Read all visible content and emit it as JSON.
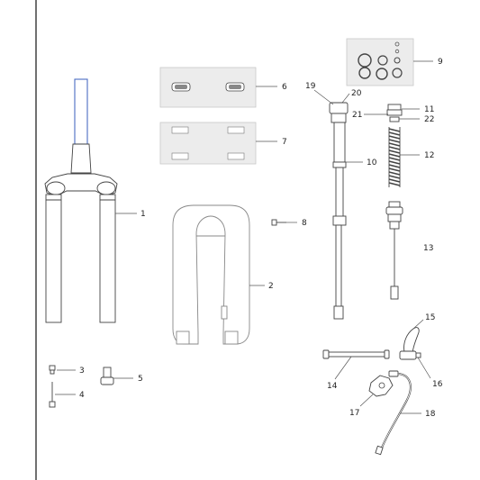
{
  "callouts": {
    "c1": "1",
    "c2": "2",
    "c3": "3",
    "c4": "4",
    "c5": "5",
    "c6": "6",
    "c7": "7",
    "c8": "8",
    "c9": "9",
    "c10": "10",
    "c11": "11",
    "c12": "12",
    "c13": "13",
    "c14": "14",
    "c15": "15",
    "c16": "16",
    "c17": "17",
    "c18": "18",
    "c19": "19",
    "c20": "20",
    "c21": "21",
    "c22": "22"
  },
  "colors": {
    "steerer_highlight": "#4a6cc4",
    "ink": "#444444",
    "panel": "#ececec"
  }
}
